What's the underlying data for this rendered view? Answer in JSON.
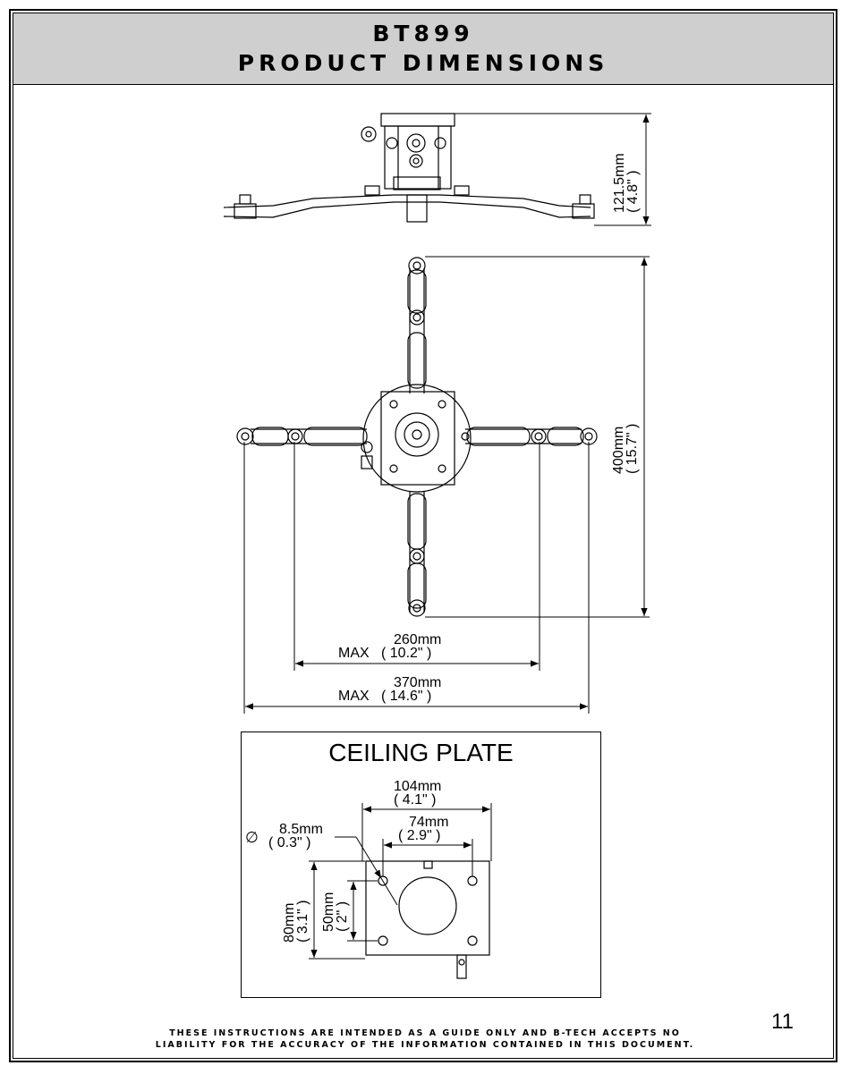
{
  "header": {
    "model": "BT899",
    "title": "PRODUCT DIMENSIONS"
  },
  "dimensions": {
    "height": {
      "mm": "121.5mm",
      "inch": "( 4.8\" )"
    },
    "arm_span": {
      "mm": "400mm",
      "inch": "( 15.7\" )"
    },
    "width_260": {
      "prefix": "MAX",
      "mm": "260mm",
      "inch": "( 10.2\" )"
    },
    "width_370": {
      "prefix": "MAX",
      "mm": "370mm",
      "inch": "( 14.6\" )"
    }
  },
  "ceiling_plate": {
    "title": "CEILING PLATE",
    "width_outer": {
      "mm": "104mm",
      "inch": "( 4.1\" )"
    },
    "width_inner": {
      "mm": "74mm",
      "inch": "( 2.9\" )"
    },
    "hole": {
      "symbol": "∅",
      "mm": "8.5mm",
      "inch": "( 0.3\" )"
    },
    "height_outer": {
      "mm": "80mm",
      "inch": "( 3.1\" )"
    },
    "height_inner": {
      "mm": "50mm",
      "inch": "( 2\" )"
    }
  },
  "footer": {
    "line1": "THESE INSTRUCTIONS ARE INTENDED AS A GUIDE ONLY AND B-TECH ACCEPTS NO",
    "line2": "LIABILITY FOR THE ACCURACY OF THE INFORMATION CONTAINED IN THIS DOCUMENT."
  },
  "page_number": "11"
}
